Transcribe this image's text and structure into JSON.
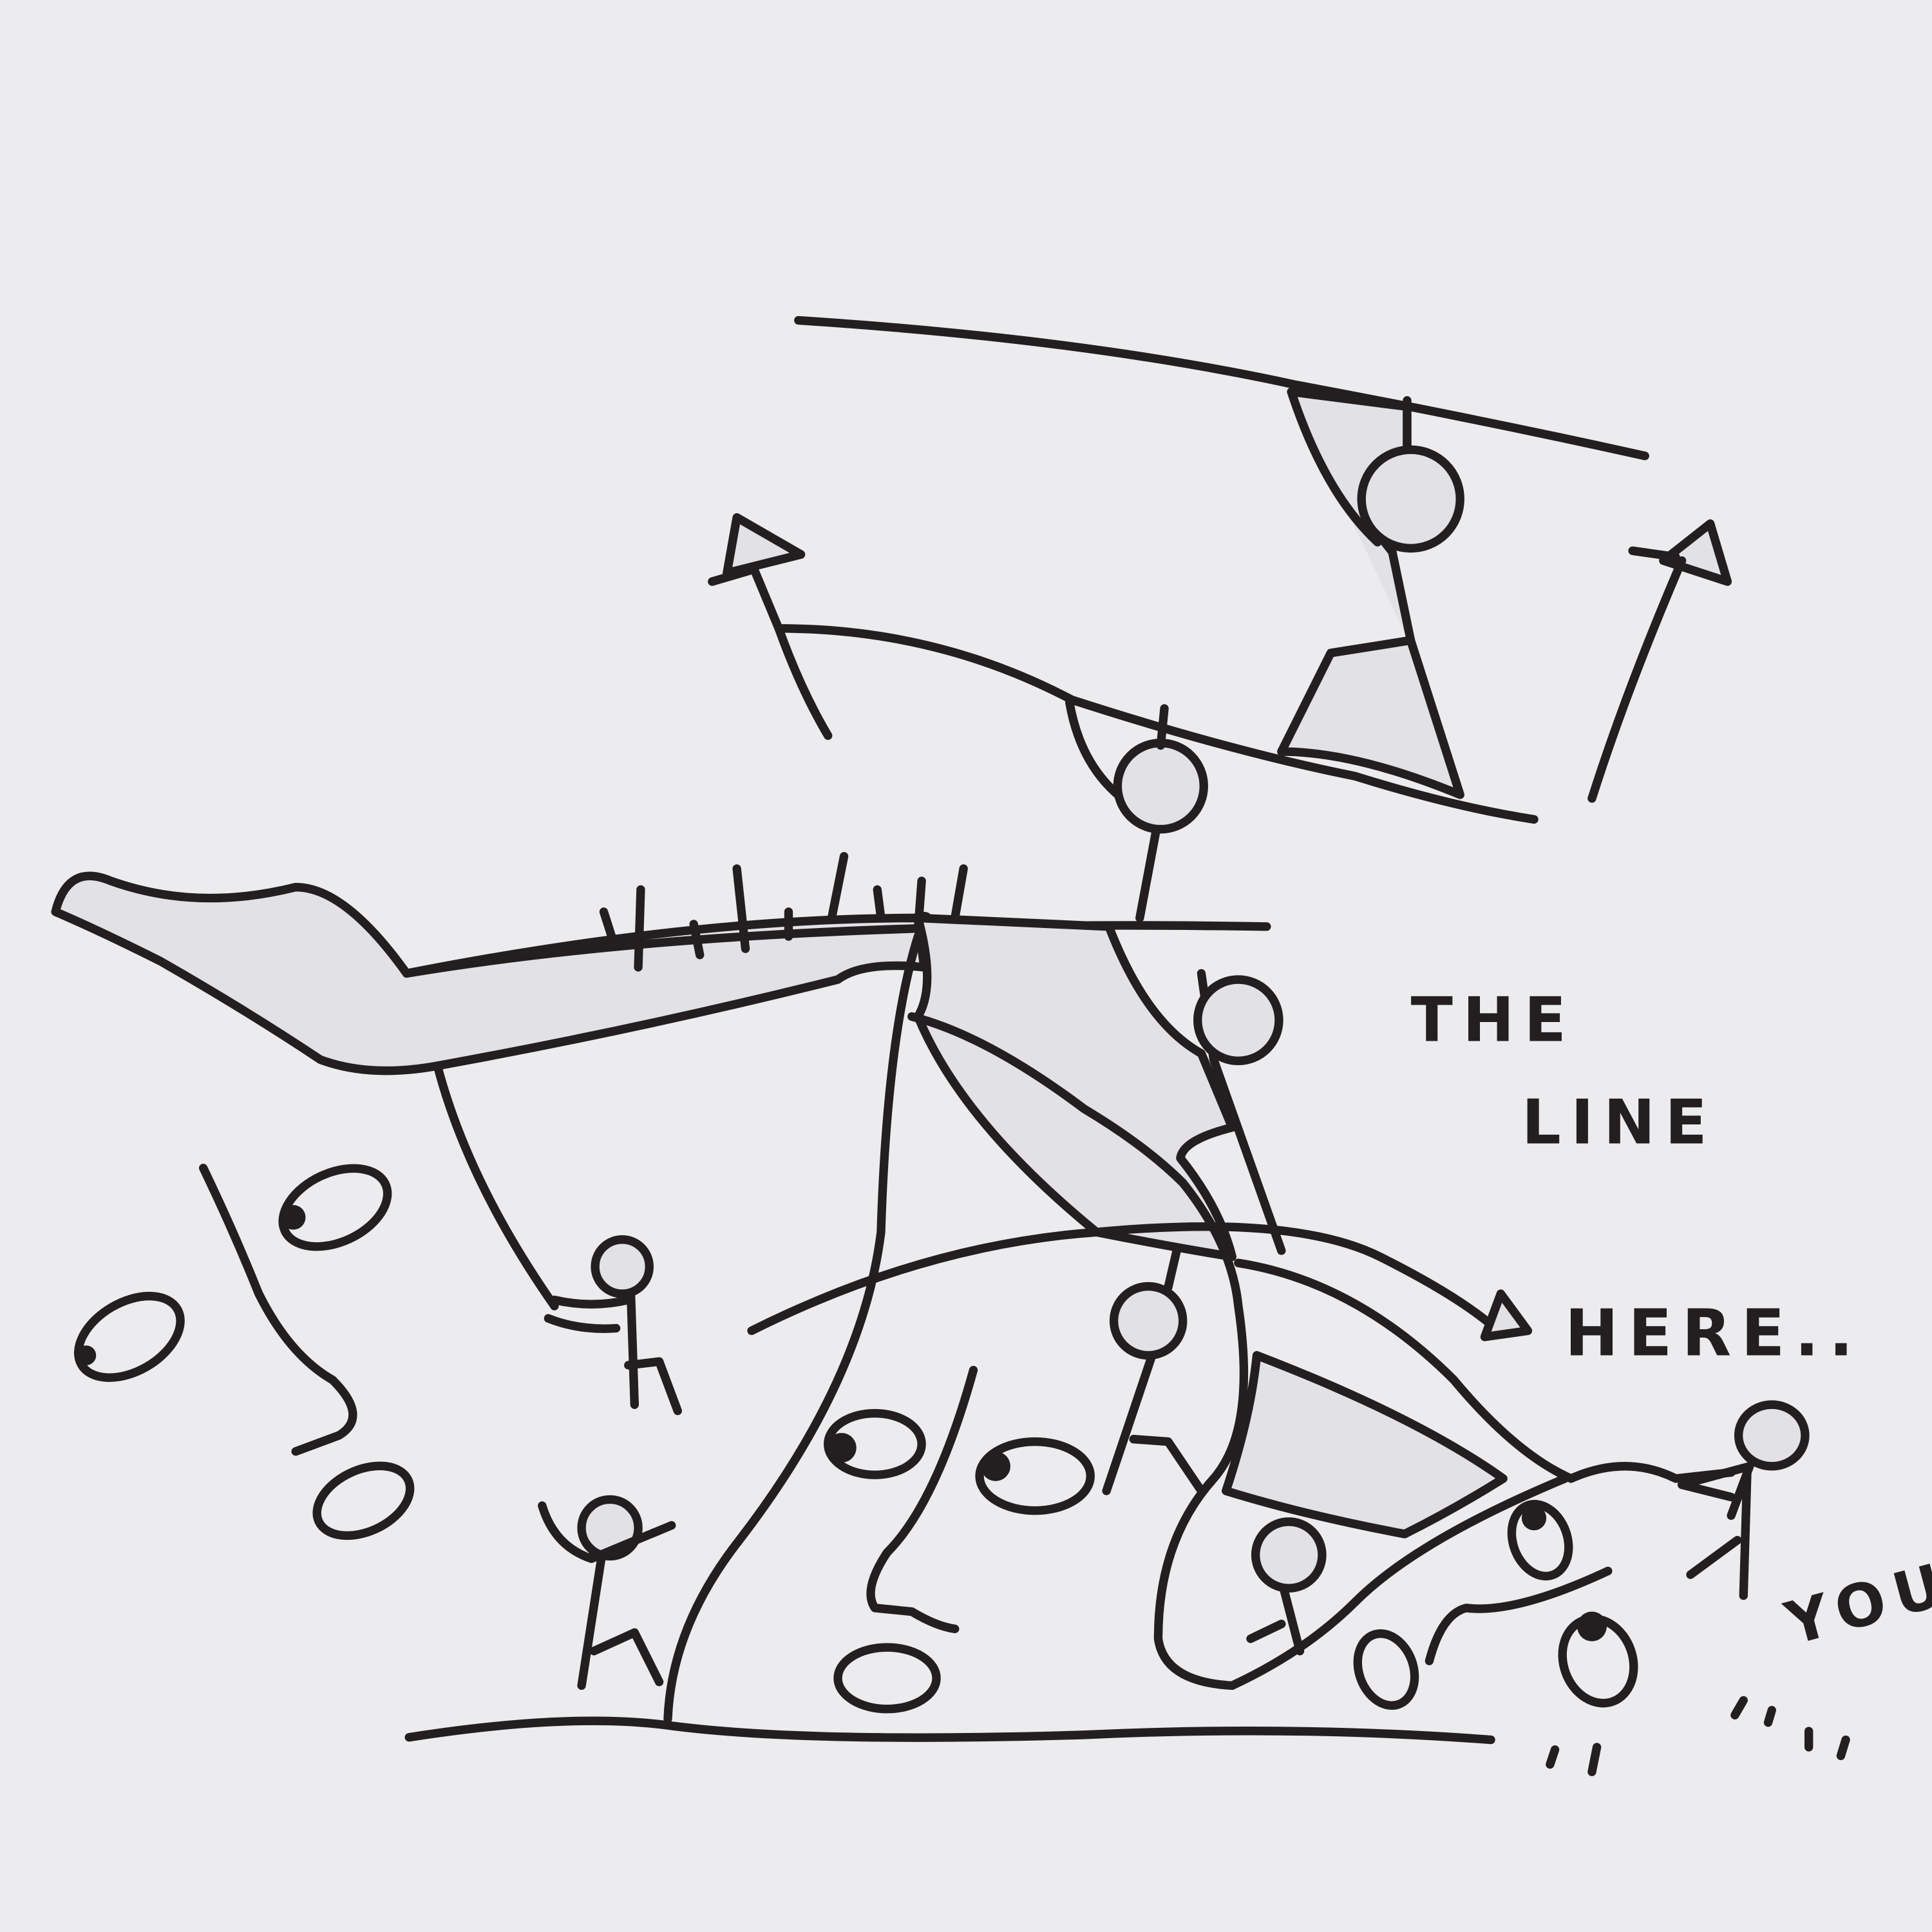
{
  "caption": {
    "line1": "THE",
    "line2": "LINE",
    "line3": "HERE..",
    "line4": "YOU"
  },
  "colors": {
    "background": "#ececee",
    "ink": "#231f20",
    "fill": "#e1e1e6"
  }
}
